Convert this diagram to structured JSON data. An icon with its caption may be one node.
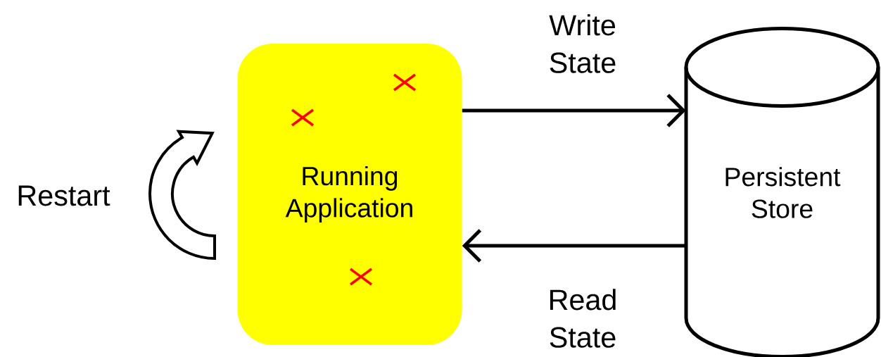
{
  "diagram": {
    "nodes": [
      {
        "text": [
          "Running Application"
        ]
      },
      {
        "text": [
          "Persistent Store"
        ]
      }
    ],
    "edges": [
      {
        "from": 0,
        "to": 1,
        "arrow": "to",
        "label": "Write State"
      },
      {
        "from": 1,
        "to": 0,
        "arrow": "to",
        "label": "Read State"
      }
    ],
    "labels": [
      "Restart"
    ]
  }
}
